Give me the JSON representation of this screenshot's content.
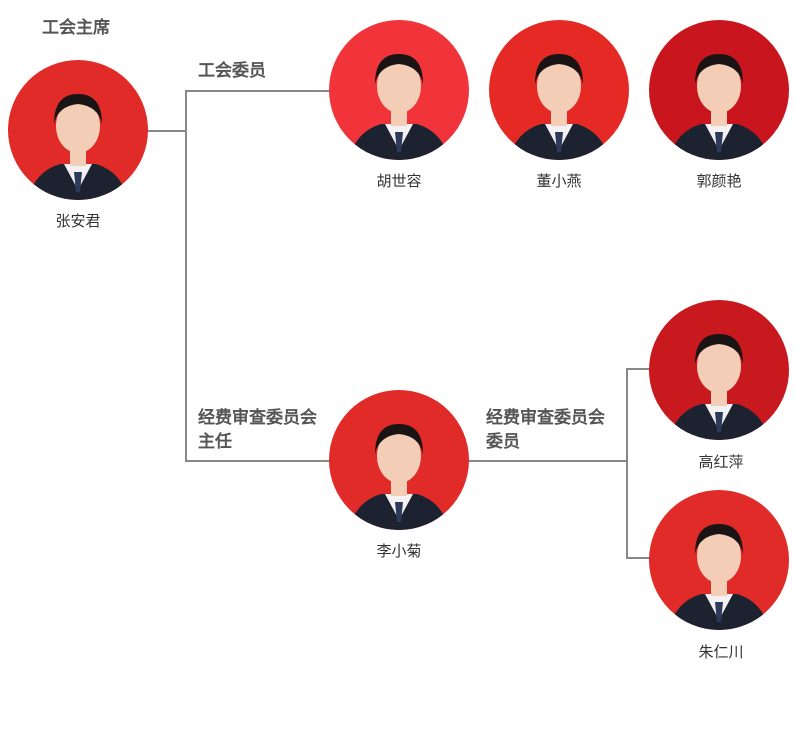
{
  "headings": {
    "chairman": "工会主席",
    "members": "工会委员",
    "audit_director": "经费审查委员会\n主任",
    "audit_members": "经费审查委员会\n委员"
  },
  "people": {
    "chairman": {
      "name": "张安君",
      "bg": "#e02b28"
    },
    "member_1": {
      "name": "胡世容",
      "bg": "#f0343a"
    },
    "member_2": {
      "name": "董小燕",
      "bg": "#e52a26"
    },
    "member_3": {
      "name": "郭颜艳",
      "bg": "#c8151e"
    },
    "audit_director": {
      "name": "李小菊",
      "bg": "#e02b28"
    },
    "audit_member_1": {
      "name": "高红萍",
      "bg": "#c81a1e"
    },
    "audit_member_2": {
      "name": "朱仁川",
      "bg": "#e02b28"
    }
  },
  "colors": {
    "connector": "#888888",
    "suit": "#1d2230",
    "shirt": "#f3f1f4",
    "skin": "#f3cdb6",
    "hair": "#1a1414"
  }
}
